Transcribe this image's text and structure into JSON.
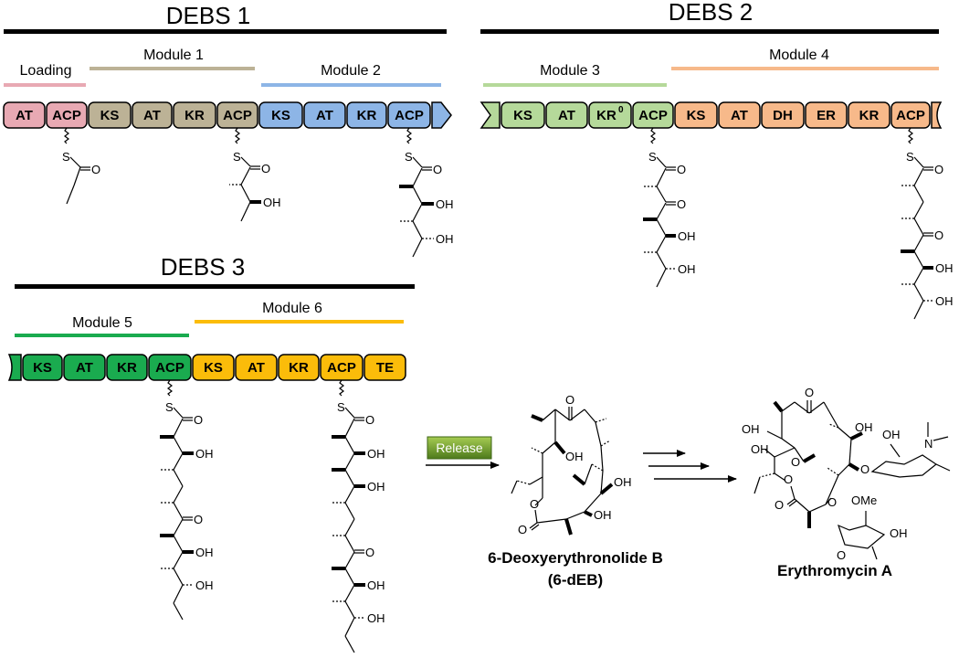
{
  "debs": [
    {
      "title": "DEBS 1"
    },
    {
      "title": "DEBS 2"
    },
    {
      "title": "DEBS 3"
    }
  ],
  "modules": {
    "loading": "Loading",
    "m1": "Module 1",
    "m2": "Module 2",
    "m3": "Module 3",
    "m4": "Module 4",
    "m5": "Module 5",
    "m6": "Module 6"
  },
  "colors": {
    "loading": "#e8a9b3",
    "m1": "#bcb296",
    "m2": "#8db5e6",
    "m3": "#b5d99a",
    "m4": "#f7b98a",
    "m5": "#1aab4f",
    "m6": "#fbbc0a"
  },
  "domains": {
    "d1": [
      "AT",
      "ACP",
      "KS",
      "AT",
      "KR",
      "ACP",
      "KS",
      "AT",
      "KR",
      "ACP"
    ],
    "d2": [
      "KS",
      "AT",
      "KR",
      "ACP",
      "KS",
      "AT",
      "DH",
      "ER",
      "KR",
      "ACP"
    ],
    "d3": [
      "KS",
      "AT",
      "KR",
      "ACP",
      "KS",
      "AT",
      "KR",
      "ACP",
      "TE"
    ]
  },
  "kr_superscript": "0",
  "atoms": {
    "s": "S",
    "o": "O",
    "oh": "OH",
    "ome": "OMe",
    "n": "N"
  },
  "release": "Release",
  "products": {
    "dEB_name": "6-Deoxyerythronolide B",
    "dEB_abbr": "(6-dEB)",
    "ery_name": "Erythromycin A"
  }
}
